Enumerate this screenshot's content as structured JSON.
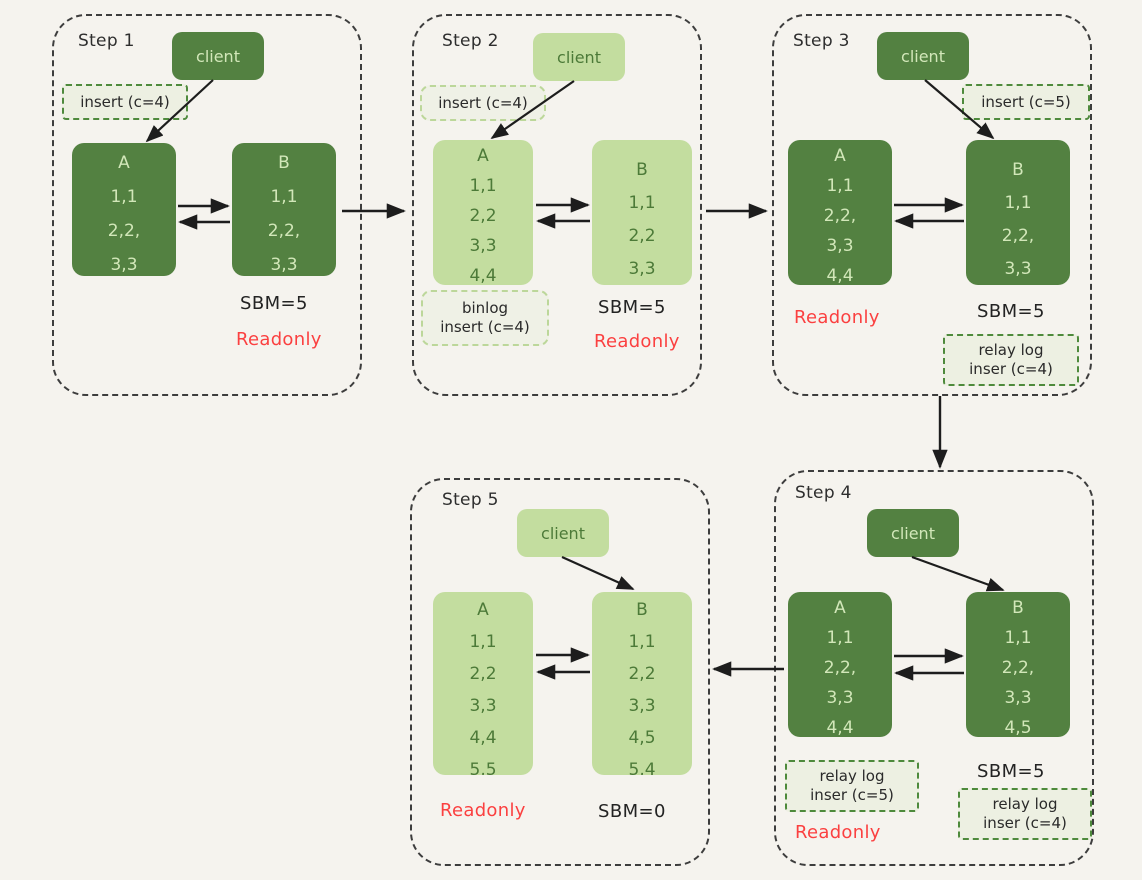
{
  "colors": {
    "background": "#f5f3ee",
    "dark_green": "#538141",
    "light_green": "#c3dd9f",
    "dark_text_on_green": "#d2e7b9",
    "light_text_on_green": "#4c7a38",
    "readonly_red": "#fb4040",
    "note_border": "#4e8a3c",
    "container_border": "#3d3d3d"
  },
  "steps": [
    {
      "label": "Step 1",
      "theme": "dark",
      "client": "client",
      "client_note": "insert (c=4)",
      "node_a": {
        "title": "A",
        "rows": [
          "1,1",
          "2,2,",
          "3,3"
        ]
      },
      "node_b": {
        "title": "B",
        "rows": [
          "1,1",
          "2,2,",
          "3,3"
        ]
      },
      "sbm": "SBM=5",
      "readonly": "Readonly"
    },
    {
      "label": "Step 2",
      "theme": "light",
      "client": "client",
      "client_note": "insert (c=4)",
      "node_a": {
        "title": "A",
        "rows": [
          "1,1",
          "2,2",
          "3,3",
          "4,4"
        ]
      },
      "node_b": {
        "title": "B",
        "rows": [
          "1,1",
          "2,2",
          "3,3"
        ]
      },
      "binlog_note_line1": "binlog",
      "binlog_note_line2": "insert (c=4)",
      "sbm": "SBM=5",
      "readonly": "Readonly"
    },
    {
      "label": "Step 3",
      "theme": "dark",
      "client": "client",
      "client_note": "insert (c=5)",
      "node_a": {
        "title": "A",
        "rows": [
          "1,1",
          "2,2,",
          "3,3",
          "4,4"
        ]
      },
      "node_b": {
        "title": "B",
        "rows": [
          "1,1",
          "2,2,",
          "3,3"
        ]
      },
      "readonly": "Readonly",
      "sbm": "SBM=5",
      "relay_note_line1": "relay log",
      "relay_note_line2": "inser (c=4)"
    },
    {
      "label": "Step 4",
      "theme": "dark",
      "client": "client",
      "node_a": {
        "title": "A",
        "rows": [
          "1,1",
          "2,2,",
          "3,3",
          "4,4"
        ]
      },
      "node_b": {
        "title": "B",
        "rows": [
          "1,1",
          "2,2,",
          "3,3",
          "4,5"
        ]
      },
      "relay_a_line1": "relay log",
      "relay_a_line2": "inser (c=5)",
      "readonly": "Readonly",
      "sbm": "SBM=5",
      "relay_b_line1": "relay log",
      "relay_b_line2": "inser (c=4)"
    },
    {
      "label": "Step 5",
      "theme": "light",
      "client": "client",
      "node_a": {
        "title": "A",
        "rows": [
          "1,1",
          "2,2",
          "3,3",
          "4,4",
          "5,5"
        ]
      },
      "node_b": {
        "title": "B",
        "rows": [
          "1,1",
          "2,2",
          "3,3",
          "4,5",
          "5,4"
        ]
      },
      "readonly": "Readonly",
      "sbm": "SBM=0"
    }
  ],
  "flow": {
    "step1_to_step2": "arrow-right",
    "step2_to_step3": "arrow-right",
    "step3_to_step4": "arrow-down",
    "step4_to_step5": "arrow-left"
  }
}
